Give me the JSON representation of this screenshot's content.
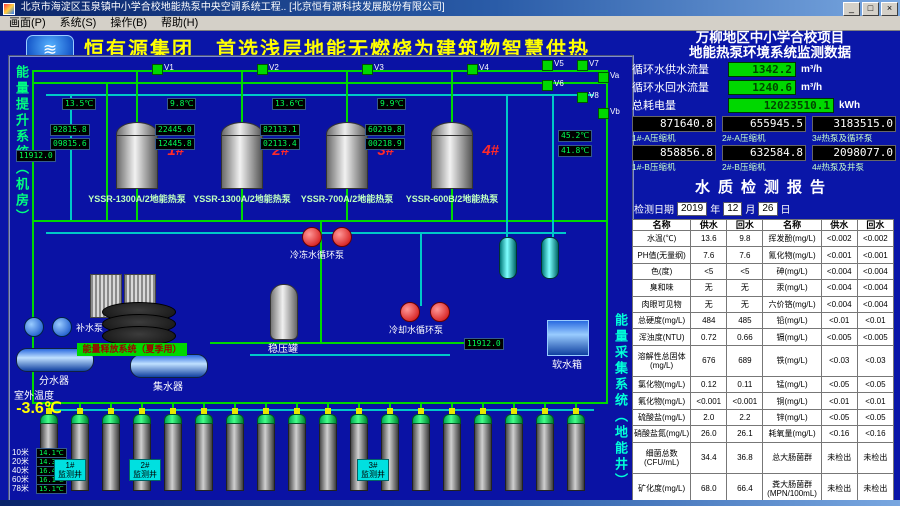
{
  "window": {
    "title": "北京市海淀区玉泉镇中小学合校地能热泵中央空调系统工程.. [北京恒有源科技发展股份有限公司]",
    "minimize": "_",
    "maximize": "□",
    "close": "×"
  },
  "menu": {
    "items": [
      "画面(P)",
      "系统(S)",
      "操作(B)",
      "帮助(H)"
    ]
  },
  "header": {
    "main_title": "恒有源集团　首选浅层地能无燃烧为建筑物智慧供热",
    "sub_title_line1": "万柳地区中小学合校项目",
    "sub_title_line2": "地能热泵环境系统监测数据"
  },
  "metrics": {
    "flows": [
      {
        "label": "循环水供水流量",
        "value": "1342.2",
        "unit": "m³/h"
      },
      {
        "label": "循环水回水流量",
        "value": "1240.6",
        "unit": "m³/h"
      },
      {
        "label": "总耗电量",
        "value": "12023510.1",
        "unit": "kWh"
      }
    ],
    "counter_rows": [
      {
        "values": [
          "871640.8",
          "655945.5",
          "3183515.0"
        ],
        "labels": [
          "1#-A压缩机",
          "2#-A压缩机",
          "3#热泵及循环泵"
        ]
      },
      {
        "values": [
          "858856.8",
          "632584.8",
          "2098077.0"
        ],
        "labels": [
          "1#-B压缩机",
          "2#-B压缩机",
          "4#热泵及井泵"
        ]
      }
    ]
  },
  "water_report": {
    "title": "水质检测报告",
    "date_label": "检测日期",
    "year": "2019",
    "year_unit": "年",
    "month": "12",
    "month_unit": "月",
    "day": "26",
    "day_unit": "日",
    "headers": [
      "名称",
      "供水",
      "回水",
      "名称",
      "供水",
      "回水"
    ],
    "rows": [
      [
        "水温(℃)",
        "13.6",
        "9.8",
        "挥发酚(mg/L)",
        "<0.002",
        "<0.002"
      ],
      [
        "PH值(无量纲)",
        "7.6",
        "7.6",
        "氰化物(mg/L)",
        "<0.001",
        "<0.001"
      ],
      [
        "色(度)",
        "<5",
        "<5",
        "砷(mg/L)",
        "<0.004",
        "<0.004"
      ],
      [
        "臭和味",
        "无",
        "无",
        "汞(mg/L)",
        "<0.004",
        "<0.004"
      ],
      [
        "肉眼可见物",
        "无",
        "无",
        "六价铬(mg/L)",
        "<0.004",
        "<0.004"
      ],
      [
        "总硬度(mg/L)",
        "484",
        "485",
        "铅(mg/L)",
        "<0.01",
        "<0.01"
      ],
      [
        "浑浊度(NTU)",
        "0.72",
        "0.66",
        "镉(mg/L)",
        "<0.005",
        "<0.005"
      ],
      [
        "溶解性总固体(mg/L)",
        "676",
        "689",
        "铁(mg/L)",
        "<0.03",
        "<0.03"
      ],
      [
        "氯化物(mg/L)",
        "0.12",
        "0.11",
        "锰(mg/L)",
        "<0.05",
        "<0.05"
      ],
      [
        "氟化物(mg/L)",
        "<0.001",
        "<0.001",
        "铜(mg/L)",
        "<0.01",
        "<0.01"
      ],
      [
        "硫酸盐(mg/L)",
        "2.0",
        "2.2",
        "锌(mg/L)",
        "<0.05",
        "<0.05"
      ],
      [
        "硝酸盐氮(mg/L)",
        "26.0",
        "26.1",
        "耗氧量(mg/L)",
        "<0.16",
        "<0.16"
      ],
      [
        "细菌总数(CFU/mL)",
        "34.4",
        "36.8",
        "总大肠菌群",
        "未检出",
        "未检出"
      ],
      [
        "矿化度(mg/L)",
        "68.0",
        "66.4",
        "粪大肠菌群(MPN/100mL)",
        "未检出",
        "未检出"
      ]
    ]
  },
  "diagram": {
    "left_system_label": "能量提升系统（机房）",
    "right_system_label": "能量采集系统（地能井）",
    "release_banner": "能量释放系统（夏季用）",
    "units": [
      {
        "id": "1#",
        "model": "YSSR-1300A/2地能热泵",
        "led_top": "92815.8",
        "led_bottom": "09815.6"
      },
      {
        "id": "2#",
        "model": "YSSR-1300A/2地能热泵",
        "led_top": "22445.0",
        "led_bottom": "12445.8"
      },
      {
        "id": "3#",
        "model": "YSSR-700A/2地能热泵",
        "led_top": "82113.1",
        "led_bottom": "02113.4"
      },
      {
        "id": "4#",
        "model": "YSSR-600B/2地能热泵",
        "led_top": "60219.8",
        "led_bottom": "00218.9"
      }
    ],
    "valves": [
      "V1",
      "V2",
      "V3",
      "V4",
      "V5",
      "V6",
      "V7",
      "V8",
      "Va",
      "Vb"
    ],
    "leds": [
      "13.5℃",
      "9.8℃",
      "13.6℃",
      "9.9℃",
      "45.2℃",
      "41.8℃",
      "11912.0",
      "11912.0"
    ],
    "pumps": {
      "chilled_label": "冷冻水循环泵",
      "cooling_label": "冷却水循环泵"
    },
    "vessels": {
      "divider": "分水器",
      "collector": "集水器",
      "soft_tank": "软水箱",
      "pressure_tank": "稳压罐",
      "makeup_pump": "补水泵"
    },
    "outdoor": {
      "label": "室外温度",
      "value": "-3.6℃"
    },
    "depths": [
      {
        "depth": "10米",
        "temp": "14.1℃"
      },
      {
        "depth": "20米",
        "temp": "14.3℃"
      },
      {
        "depth": "40米",
        "temp": "16.4℃"
      },
      {
        "depth": "60米",
        "temp": "16.1℃"
      },
      {
        "depth": "78米",
        "temp": "15.1℃"
      }
    ],
    "well_labels": [
      "1#监测井",
      "2#监测井",
      "3#监测井"
    ],
    "well_count": 18,
    "colors": {
      "pipe_green": "#00d800",
      "pipe_cyan": "#00c8c8",
      "title_yellow": "#ffff00",
      "led_green": "#00ff55",
      "display_green": "#00d800",
      "alarm_red": "#ff2a2a"
    }
  }
}
